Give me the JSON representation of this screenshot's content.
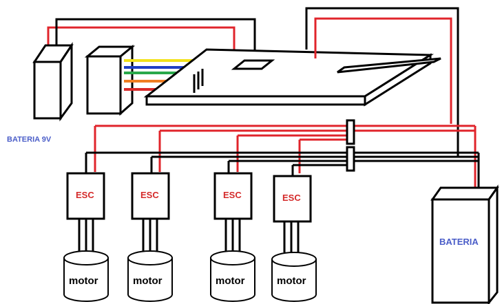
{
  "labels": {
    "battery_9v": "BATERIA 9V",
    "main_battery": "BATERIA"
  },
  "escs": [
    {
      "label": "ESC"
    },
    {
      "label": "ESC"
    },
    {
      "label": "ESC"
    },
    {
      "label": "ESC"
    }
  ],
  "motors": [
    {
      "label": "motor"
    },
    {
      "label": "motor"
    },
    {
      "label": "motor"
    },
    {
      "label": "motor"
    }
  ],
  "colors": {
    "positive_wire": "#e0242b",
    "negative_wire": "#000000",
    "label_blue": "#4a5dc8",
    "esc_text": "#d42a2a",
    "ribbon": [
      "#f2e21a",
      "#1f3fc4",
      "#2aa84a",
      "#f07d22",
      "#d92a2a"
    ]
  }
}
